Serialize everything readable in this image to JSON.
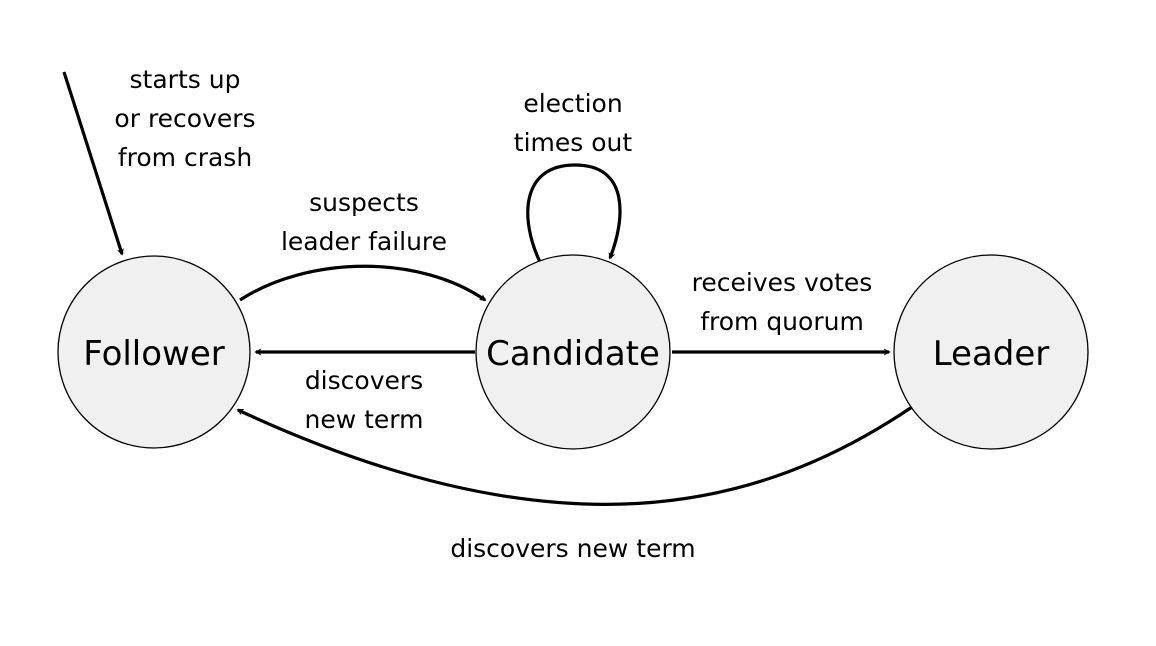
{
  "colors": {
    "state_fill": "#f0f0f0",
    "stroke": "#000000",
    "background": "#ffffff"
  },
  "states": {
    "follower": "Follower",
    "candidate": "Candidate",
    "leader": "Leader"
  },
  "transitions": {
    "start": {
      "line1": "starts up",
      "line2": "or recovers",
      "line3": "from crash"
    },
    "follower_to_candidate": {
      "line1": "suspects",
      "line2": "leader failure"
    },
    "candidate_self": {
      "line1": "election",
      "line2": "times out"
    },
    "candidate_to_follower": {
      "line1": "discovers",
      "line2": "new term"
    },
    "candidate_to_leader": {
      "line1": "receives votes",
      "line2": "from quorum"
    },
    "leader_to_follower": {
      "line1": "discovers new term"
    }
  }
}
